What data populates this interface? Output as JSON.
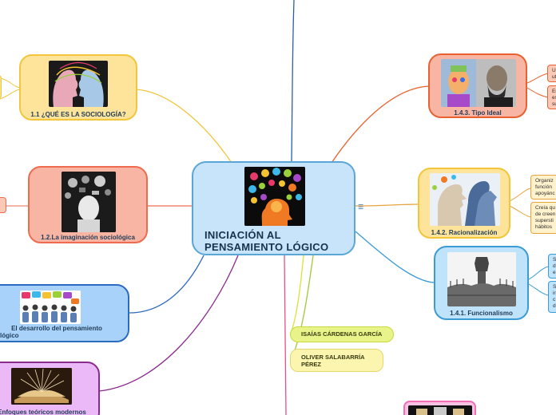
{
  "center": {
    "title_line1": "INICIACIÓN AL",
    "title_line2": "PENSAMIENTO LÓGICO"
  },
  "topics": {
    "que_es": "1.1 ¿QUÉ ES LA SOCIOLOGÍA?",
    "imaginacion": "1.2.La imaginación sociológica",
    "desarrollo_line1": "El desarrollo del pensamiento",
    "desarrollo_line2": "lógico",
    "enfoques": "Enfoques teóricos modernos",
    "tipo_ideal": "1.4.3. Tipo Ideal",
    "racionalizacion": "1.4.2. Racionalización",
    "funcionalismo": "1.4.1. Funcionalismo"
  },
  "leaves": {
    "tipo_ideal_1": [
      "Un",
      "ut"
    ],
    "tipo_ideal_2": [
      "En",
      "es",
      "su"
    ],
    "racionalizacion_1": [
      "Organiz",
      "función",
      "apoyánc"
    ],
    "racionalizacion_2": [
      "Creía qu",
      "de creen",
      "supersti",
      "hábitos"
    ],
    "funcionalismo_1": [
      "S",
      "d",
      "e"
    ],
    "funcionalismo_2": [
      "S",
      "ir",
      "c",
      "d"
    ]
  },
  "authors": {
    "author1": "ISAÍAS CÁRDENAS GARCÍA",
    "author2_line1": "OLIVER SALABARRÍA",
    "author2_line2": "PÉREZ"
  },
  "colors": {
    "center_fill": "#c8e4fb",
    "center_border": "#5aa6d6",
    "yellow": "#fde49a",
    "salmon": "#f9b5a4",
    "blue": "#a9d2fb",
    "lilac": "#ebb9f8",
    "pink_border": "#f06fb8",
    "line_teal": "#3a9bd5",
    "line_orange": "#e8a33d"
  },
  "icons": [
    "brain-icon",
    "notes-icon"
  ]
}
